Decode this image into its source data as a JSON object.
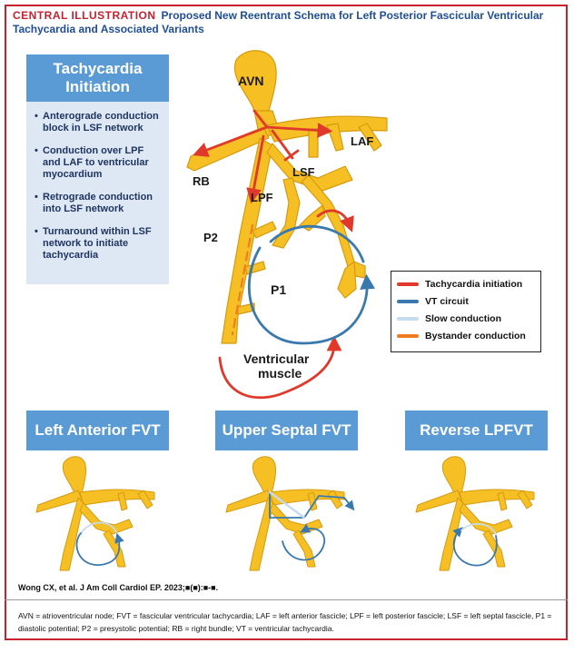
{
  "header": {
    "kicker": "CENTRAL ILLUSTRATION",
    "title": "Proposed New Reentrant Schema for Left Posterior Fascicular Ventricular Tachycardia and Associated Variants"
  },
  "panel": {
    "title": "Tachycardia Initiation",
    "bullets": [
      "Anterograde conduction block in LSF network",
      "Conduction over LPF and LAF to ventricular myocardium",
      "Retrograde conduction into LSF network",
      "Turnaround within LSF network to initiate tachycardia"
    ]
  },
  "diagram_labels": {
    "avn": "AVN",
    "rb": "RB",
    "laf": "LAF",
    "lsf": "LSF",
    "lpf": "LPF",
    "p2": "P2",
    "p1": "P1",
    "muscle": "Ventricular muscle"
  },
  "legend": [
    {
      "label": "Tachycardia initiation",
      "color": "#e0392b"
    },
    {
      "label": "VT circuit",
      "color": "#3a79ad"
    },
    {
      "label": "Slow conduction",
      "color": "#c5dcee"
    },
    {
      "label": "Bystander conduction",
      "color": "#ee7d22"
    }
  ],
  "variants": [
    {
      "title": "Left Anterior FVT"
    },
    {
      "title": "Upper Septal FVT"
    },
    {
      "title": "Reverse LPFVT"
    }
  ],
  "colors": {
    "fascicle": "#f6c025",
    "fascicle_edge": "#d69a0e",
    "red": "#e0392b",
    "blue": "#3a79ad",
    "light_blue": "#c5dcee",
    "orange": "#ee7d22",
    "frame": "#c8202f"
  },
  "citation": "Wong CX, et al. J Am Coll Cardiol EP. 2023;■(■):■-■.",
  "footnote": "AVN = atrioventricular node; FVT = fascicular ventricular tachycardia; LAF = left anterior fascicle; LPF = left posterior fascicle; LSF = left septal fascicle, P1 = diastolic potential; P2 = presystolic potential; RB = right bundle; VT = ventricular tachycardia."
}
